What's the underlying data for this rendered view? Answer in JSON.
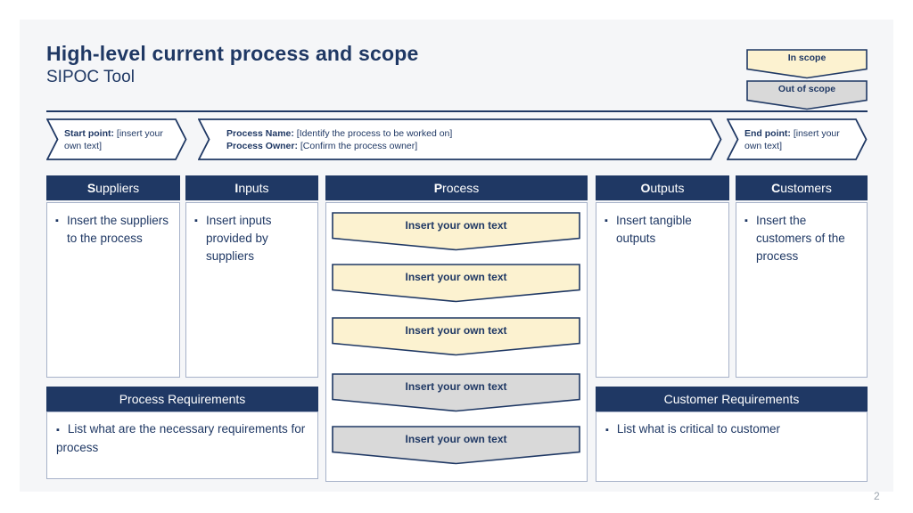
{
  "slide": {
    "title": "High-level current process and scope",
    "subtitle": "SIPOC Tool",
    "page_number": "2"
  },
  "legend": {
    "in_scope": "In scope",
    "out_of_scope": "Out of scope"
  },
  "band": {
    "start": {
      "label": "Start point:",
      "value": "[insert your own text]"
    },
    "process_name": {
      "label": "Process Name:",
      "value": "[Identify the process to be worked on]"
    },
    "process_owner": {
      "label": "Process Owner:",
      "value": "[Confirm the process owner]"
    },
    "end": {
      "label": "End point:",
      "value": "[insert your own text]"
    }
  },
  "columns": [
    {
      "initial": "S",
      "rest": "uppliers",
      "bullets": [
        "Insert the suppliers to the process"
      ]
    },
    {
      "initial": "I",
      "rest": "nputs",
      "bullets": [
        "Insert inputs provided by suppliers"
      ]
    },
    {
      "initial": "P",
      "rest": "rocess",
      "bullets": []
    },
    {
      "initial": "O",
      "rest": "utputs",
      "bullets": [
        "Insert tangible outputs"
      ]
    },
    {
      "initial": "C",
      "rest": "ustomers",
      "bullets": [
        "Insert the customers of the process"
      ]
    }
  ],
  "process_steps": [
    {
      "text": "Insert your own text",
      "scope": "in"
    },
    {
      "text": "Insert your own text",
      "scope": "in"
    },
    {
      "text": "Insert your own text",
      "scope": "in"
    },
    {
      "text": "Insert your own text",
      "scope": "out"
    },
    {
      "text": "Insert your own text",
      "scope": "out"
    }
  ],
  "requirements": {
    "process": {
      "title": "Process Requirements",
      "bullets": [
        "List what are the necessary requirements for process"
      ]
    },
    "customer": {
      "title": "Customer Requirements",
      "bullets": [
        "List what is critical to customer"
      ]
    }
  },
  "colors": {
    "navy": "#1F3864",
    "in_scope_fill": "#FCF2D0",
    "out_of_scope_fill": "#D9D9D9",
    "slide_background": "#F5F6F8",
    "box_border": "#A7B2C9"
  }
}
